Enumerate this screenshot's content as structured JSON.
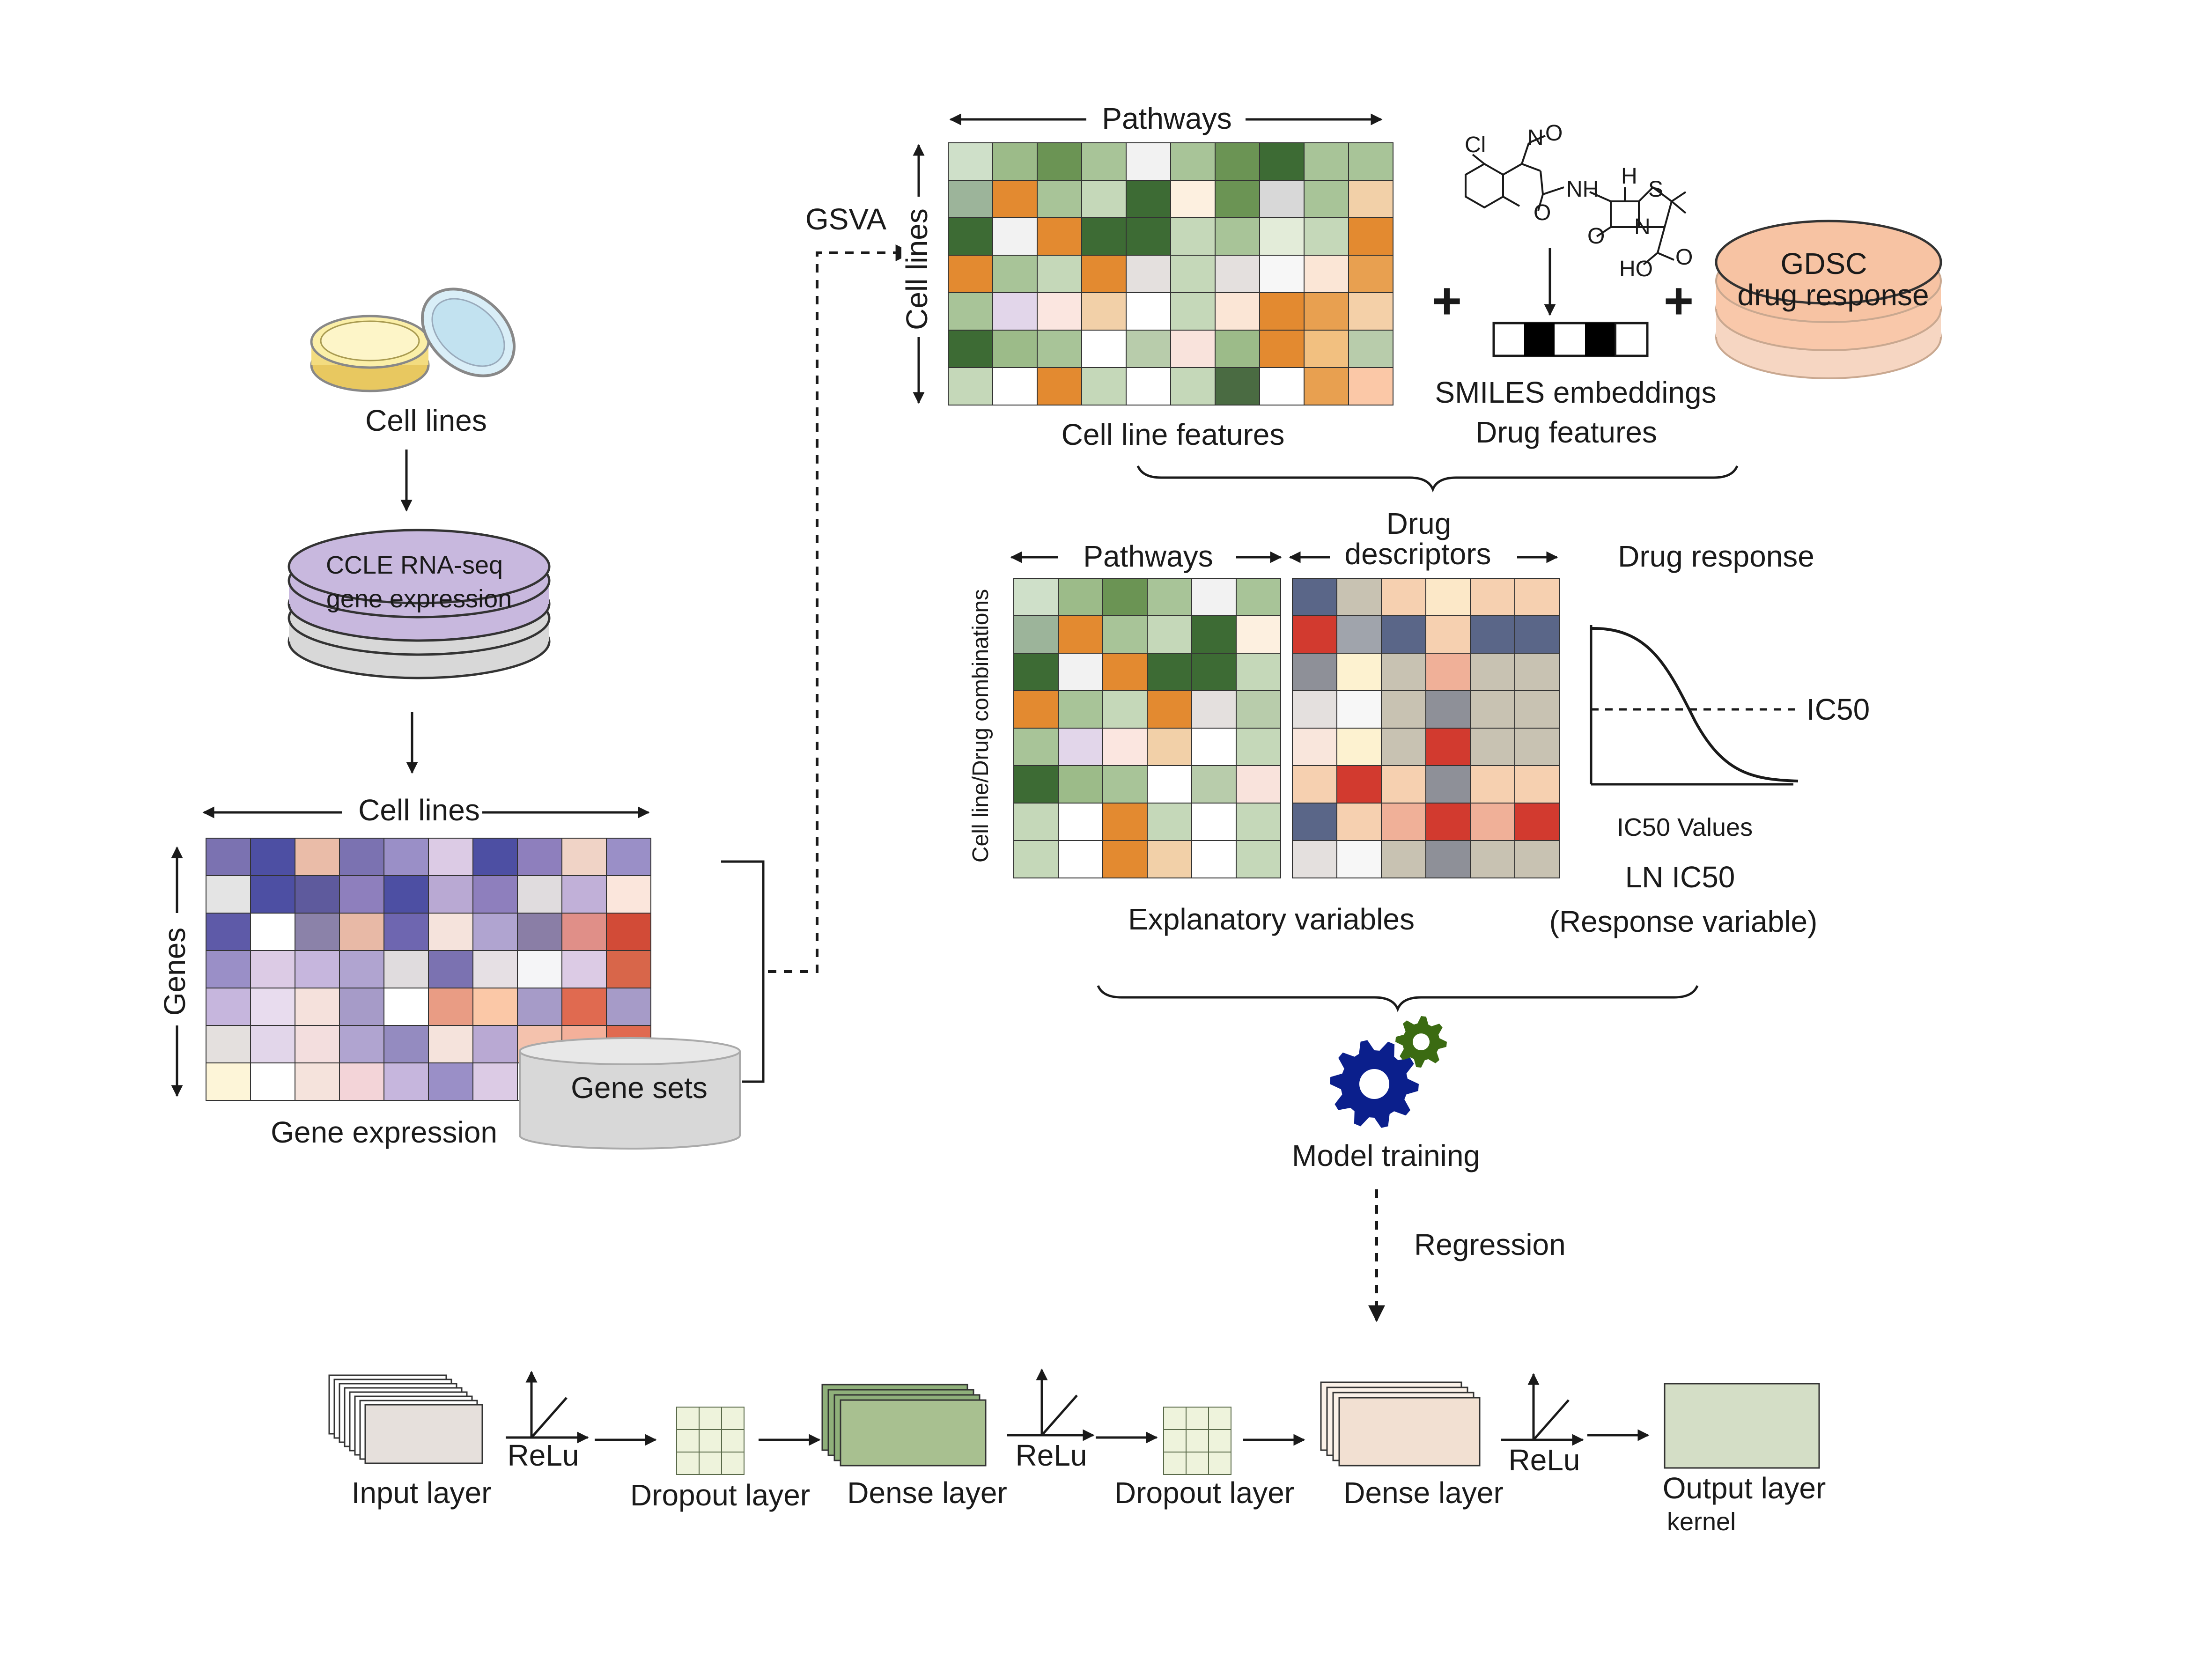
{
  "labels": {
    "cell_lines_top": "Cell lines",
    "ccle_line1": "CCLE RNA-seq",
    "ccle_line2": "gene expression",
    "cell_lines_axis": "Cell lines",
    "genes_axis": "Genes",
    "gene_expression": "Gene expression",
    "gene_sets": "Gene sets",
    "gsva": "GSVA",
    "pathways_top": "Pathways",
    "cell_lines_vertical": "Cell lines",
    "cell_line_features": "Cell line features",
    "smiles_embeddings": "SMILES embeddings",
    "drug_features": "Drug features",
    "gdsc_line1": "GDSC",
    "gdsc_line2": "drug response",
    "plus": "+",
    "pathways_mid": "Pathways",
    "drug_descriptors_line1": "Drug",
    "drug_descriptors_line2": "descriptors",
    "drug_response": "Drug response",
    "combinations_axis": "Cell line/Drug combinations",
    "explanatory_variables": "Explanatory variables",
    "ic50": "IC50",
    "ic50_values": "IC50 Values",
    "ln_ic50": "LN IC50",
    "response_variable": "(Response variable)",
    "model_training": "Model training",
    "regression": "Regression",
    "input_layer": "Input layer",
    "relu_1": "ReLu",
    "dropout_layer_1": "Dropout layer",
    "dense_layer_1": "Dense layer",
    "relu_2": "ReLu",
    "dropout_layer_2": "Dropout layer",
    "dense_layer_2": "Dense layer",
    "relu_3": "ReLu",
    "output_layer": "Output layer",
    "kernel": "kernel"
  },
  "molecule_atoms": {
    "cl": "Cl",
    "n_top": "N",
    "o_top": "O",
    "nh": "NH",
    "h": "H",
    "s": "S",
    "n_ring": "N",
    "o_ketone": "O",
    "o_amide": "O",
    "o_acid": "O",
    "ho": "HO"
  },
  "colors": {
    "purple_dark": "#4d4fa3",
    "purple_mid": "#7b72b1",
    "purple_light": "#b9b0d6",
    "ccle_fill": "#c8b8de",
    "gdsc_fill": "#f7c3a3",
    "gene_sets_fill": "#d8d8d8",
    "green_dark": "#3d6b34",
    "orange": "#e38a30",
    "red": "#d23a2f",
    "slate": "#5a6688",
    "gear_blue": "#0b1f8c",
    "gear_green": "#3b6b12",
    "input_layer_fill": "#e6e0dc",
    "dense1_fill": "#a8c090",
    "dense2_fill": "#f2e0d2",
    "output_fill": "#d4dec6",
    "dropout_fill": "#eef3dc"
  },
  "heatmaps": {
    "gene_expression": [
      [
        "#7b72b1",
        "#4d4fa3",
        "#eabca8",
        "#7b72b1",
        "#9a8fc7",
        "#dccbe5",
        "#4d4fa3",
        "#8e7fbd",
        "#f0d3c6",
        "#9a8fc7"
      ],
      [
        "#e4e4e4",
        "#4d4fa3",
        "#5e5a9d",
        "#8e7fbd",
        "#4d4fa3",
        "#b9a9d3",
        "#8e7fbd",
        "#e0dcde",
        "#c1b0d8",
        "#fbe6dc"
      ],
      [
        "#5e5aa8",
        "#ffffff",
        "#8b82a9",
        "#e8b9a6",
        "#6e66b0",
        "#f5e3dc",
        "#b0a4d0",
        "#8a7ea6",
        "#e08f88",
        "#d24b37"
      ],
      [
        "#9a8fc7",
        "#dccbe5",
        "#c6b6dd",
        "#b0a4d0",
        "#e0dcde",
        "#7b72b1",
        "#e6e0e4",
        "#f5f5f7",
        "#dccbe5",
        "#d8664a"
      ],
      [
        "#c6b6dd",
        "#e8dcee",
        "#f5e1dc",
        "#a69bc8",
        "#ffffff",
        "#e99c84",
        "#fbc8a7",
        "#a69bc8",
        "#e06a50",
        "#a69bc8"
      ],
      [
        "#e4e0de",
        "#e2d6ea",
        "#f3dede",
        "#b0a4d0",
        "#948bc0",
        "#f5e3dc",
        "#b9a9d3",
        "#f4c2ad",
        "#f4b09a",
        "#e06a50"
      ],
      [
        "#fdf5d8",
        "#ffffff",
        "#f5e3dc",
        "#f3d4d8",
        "#c6b6dd",
        "#9a8fc7",
        "#dccbe5",
        "#ffffff",
        "#fbe6dc",
        "#ffffff"
      ]
    ],
    "cell_line_features": [
      [
        "#cfe0c9",
        "#9cbb89",
        "#6b9454",
        "#a8c498",
        "#f2f2f2",
        "#a8c498",
        "#6b9454",
        "#3d6b34",
        "#a8c498",
        "#a8c498"
      ],
      [
        "#9cb49a",
        "#e38a30",
        "#a8c498",
        "#c5d8b9",
        "#3d6b34",
        "#fdf0e0",
        "#6b9454",
        "#d8d8d8",
        "#a8c498",
        "#f2d0a8"
      ],
      [
        "#3d6b34",
        "#f2f2f2",
        "#e38a30",
        "#3d6b34",
        "#3d6b34",
        "#c5d8b9",
        "#a8c498",
        "#e3ecd9",
        "#c5d8b9",
        "#e38a30"
      ],
      [
        "#e38a30",
        "#a8c498",
        "#c5d8b9",
        "#e38a30",
        "#e4e0de",
        "#c5d8b9",
        "#e4e0de",
        "#f7f7f7",
        "#fbe6d6",
        "#e8a050"
      ],
      [
        "#a8c498",
        "#e2d6ea",
        "#fbe6e0",
        "#f2d0a8",
        "#ffffff",
        "#c5d8b9",
        "#fbe6d6",
        "#e38a30",
        "#e8a050",
        "#f4d0a8"
      ],
      [
        "#3d6b34",
        "#9cbb89",
        "#a8c498",
        "#ffffff",
        "#b8ccab",
        "#f9e3dc",
        "#9cbb89",
        "#e38a30",
        "#f2c080",
        "#b8ccab"
      ],
      [
        "#c5d8b9",
        "#ffffff",
        "#e38a30",
        "#c5d8b9",
        "#ffffff",
        "#c5d8b9",
        "#4a6b42",
        "#ffffff",
        "#e8a050",
        "#fbc8a7"
      ]
    ],
    "explanatory_pathways": [
      [
        "#cfe0c9",
        "#9cbb89",
        "#6b9454",
        "#a8c498",
        "#f2f2f2",
        "#a8c498"
      ],
      [
        "#9cb49a",
        "#e38a30",
        "#a8c498",
        "#c5d8b9",
        "#3d6b34",
        "#fdf0e0"
      ],
      [
        "#3d6b34",
        "#f2f2f2",
        "#e38a30",
        "#3d6b34",
        "#3d6b34",
        "#c5d8b9"
      ],
      [
        "#e38a30",
        "#a8c498",
        "#c5d8b9",
        "#e38a30",
        "#e4e0de",
        "#b8ccab"
      ],
      [
        "#a8c498",
        "#e2d6ea",
        "#fbe6e0",
        "#f2d0a8",
        "#ffffff",
        "#c5d8b9"
      ],
      [
        "#3d6b34",
        "#9cbb89",
        "#a8c498",
        "#ffffff",
        "#b8ccab",
        "#f9e3dc"
      ],
      [
        "#c5d8b9",
        "#ffffff",
        "#e38a30",
        "#c5d8b9",
        "#ffffff",
        "#c5d8b9"
      ],
      [
        "#c5d8b9",
        "#ffffff",
        "#e38a30",
        "#f2d0a8",
        "#ffffff",
        "#c5d8b9"
      ]
    ],
    "explanatory_drugs": [
      [
        "#5a6688",
        "#c8c2b2",
        "#f6d0b0",
        "#fce8c8",
        "#f6d0b0",
        "#f6d0b0"
      ],
      [
        "#d23a2f",
        "#a0a4ac",
        "#5a6688",
        "#f6d0b0",
        "#5a6688",
        "#5a6688"
      ],
      [
        "#8e9098",
        "#fdf2d0",
        "#c8c2b2",
        "#f0b098",
        "#c8c2b2",
        "#c8c2b2"
      ],
      [
        "#e4e0de",
        "#f7f7f7",
        "#c8c2b2",
        "#8e9098",
        "#c8c2b2",
        "#c8c2b2"
      ],
      [
        "#f9e6dc",
        "#fdf2d0",
        "#c8c2b2",
        "#d23a2f",
        "#c8c2b2",
        "#c8c2b2"
      ],
      [
        "#f6d0b0",
        "#d23a2f",
        "#f6d0b0",
        "#8e9098",
        "#f6d0b0",
        "#f6d0b0"
      ],
      [
        "#5a6688",
        "#f6d0b0",
        "#f0b098",
        "#d23a2f",
        "#f0b098",
        "#d23a2f"
      ],
      [
        "#e4e0de",
        "#f7f7f7",
        "#c8c2b2",
        "#8e9098",
        "#c8c2b2",
        "#c8c2b2"
      ]
    ]
  }
}
